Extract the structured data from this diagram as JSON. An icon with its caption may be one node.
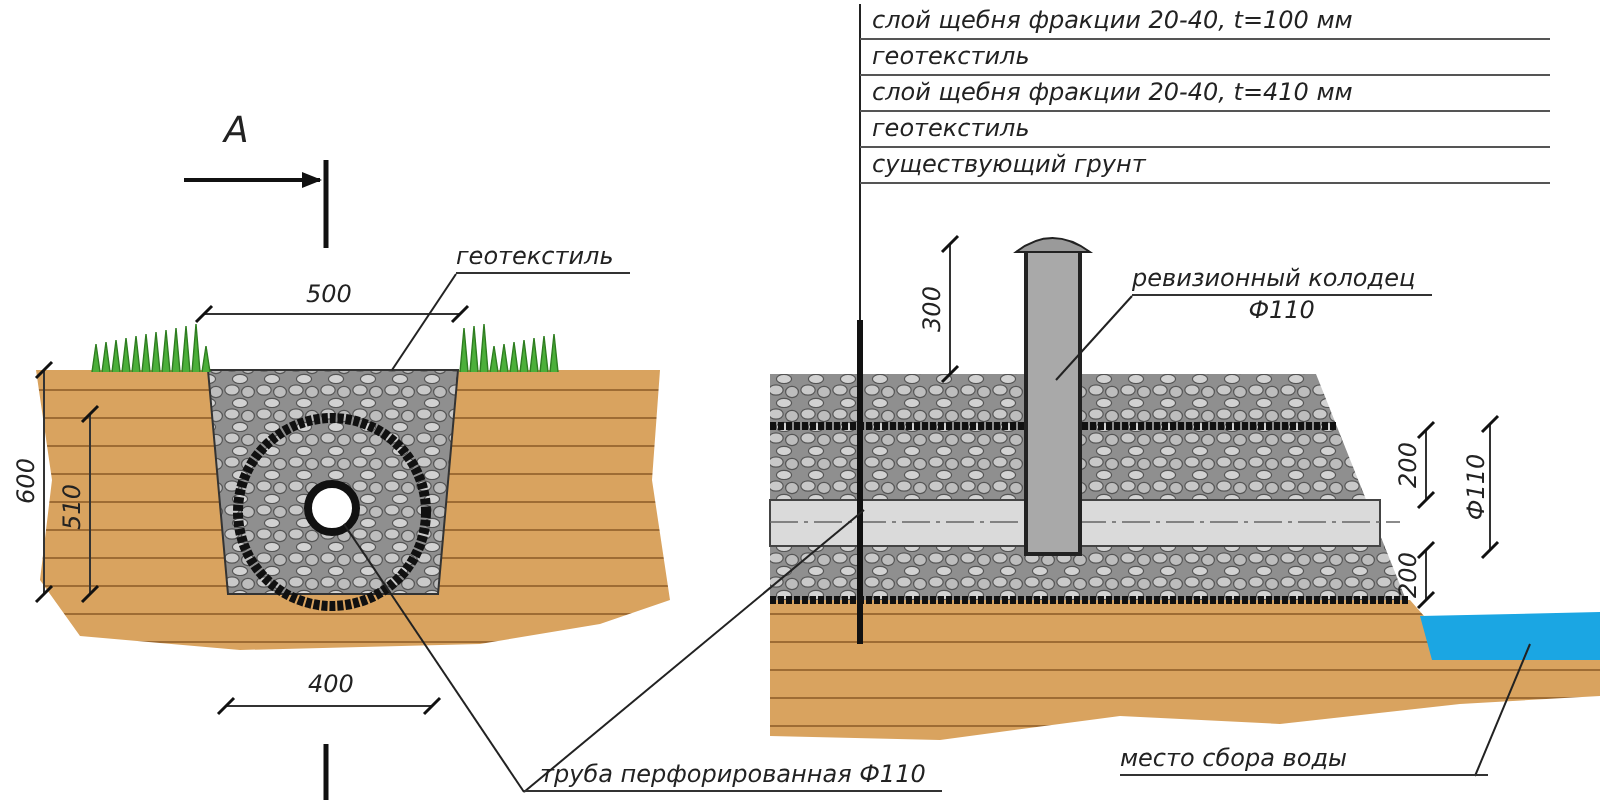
{
  "diagram": {
    "nodes": [
      {
        "text": [
          "геотекстиль"
        ]
      },
      {
        "text": [
          "ревизионный колодец",
          "Ф110"
        ]
      },
      {
        "text": [
          "труба перфорированная Ф110"
        ]
      },
      {
        "text": [
          "место сбора воды"
        ]
      },
      {
        "text": [
          "слой щебня фракции  20-40, t=100 мм"
        ]
      },
      {
        "text": [
          "геотекстиль"
        ]
      },
      {
        "text": [
          "слой щебня фракции  20-40, t=410 мм"
        ]
      },
      {
        "text": [
          "геотекстиль"
        ]
      },
      {
        "text": [
          "существующий грунт"
        ]
      }
    ],
    "edges": [
      {
        "from": 0,
        "to": null,
        "arrow": "none"
      },
      {
        "from": 1,
        "to": null,
        "arrow": "none"
      },
      {
        "from": 2,
        "to": null,
        "arrow": "none"
      },
      {
        "from": 2,
        "to": null,
        "arrow": "none"
      },
      {
        "from": 3,
        "to": null,
        "arrow": "none"
      },
      {
        "from": 4,
        "to": null,
        "arrow": "none"
      },
      {
        "from": 5,
        "to": null,
        "arrow": "none"
      },
      {
        "from": 6,
        "to": null,
        "arrow": "none"
      },
      {
        "from": 7,
        "to": null,
        "arrow": "none"
      },
      {
        "from": 8,
        "to": null,
        "arrow": "none"
      }
    ],
    "labels": [
      "А",
      "500",
      "600",
      "510",
      "400",
      "300",
      "200",
      "Ф110",
      "200"
    ]
  }
}
